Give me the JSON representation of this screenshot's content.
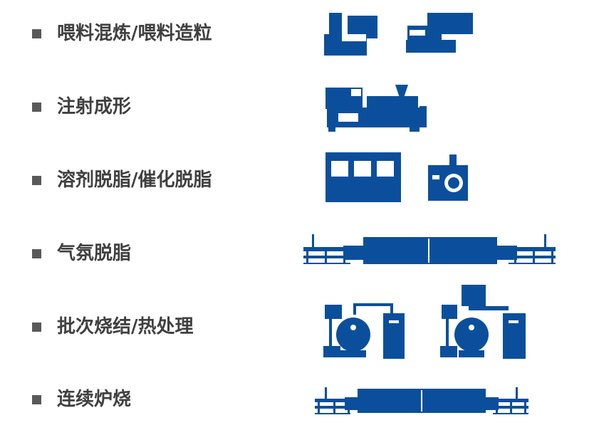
{
  "colors": {
    "equipment": "#0b4f9c",
    "bullet": "#595959",
    "text": "#404040"
  },
  "process_steps": [
    {
      "label": "喂料混炼/喂料造粒",
      "icon": "compounding-granulating-machines-icon"
    },
    {
      "label": "注射成形",
      "icon": "injection-molding-machine-icon"
    },
    {
      "label": "溶剂脱脂/催化脱脂",
      "icon": "debinding-oven-icon"
    },
    {
      "label": "气氛脱脂",
      "icon": "atmosphere-debinding-furnace-icon"
    },
    {
      "label": "批次烧结/热处理",
      "icon": "batch-sintering-furnace-icon"
    },
    {
      "label": "连续炉烧",
      "icon": "continuous-furnace-icon"
    }
  ]
}
